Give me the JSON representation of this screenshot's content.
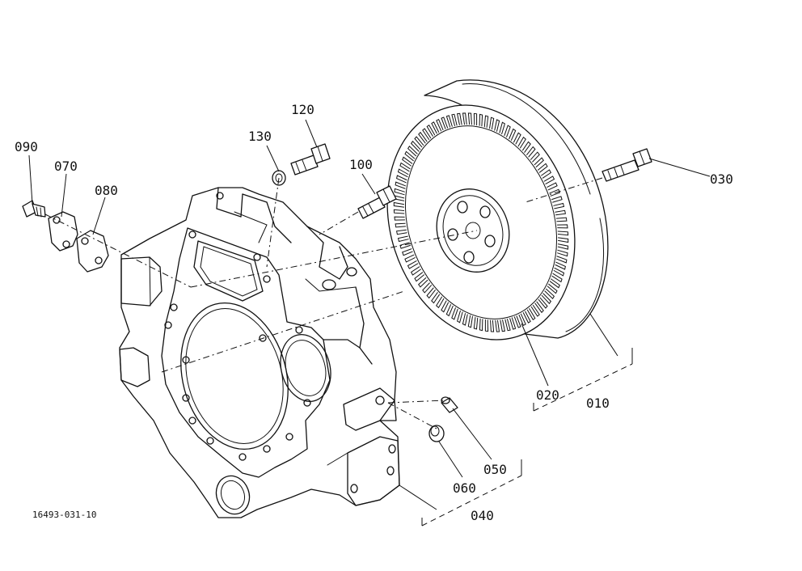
{
  "figure_id": "16493-031-10",
  "callouts": {
    "c010": "010",
    "c020": "020",
    "c030": "030",
    "c040": "040",
    "c050": "050",
    "c060": "060",
    "c070": "070",
    "c080": "080",
    "c090": "090",
    "c100": "100",
    "c120": "120",
    "c130": "130"
  },
  "flywheel_ring_gear": {
    "tooth_count": 96
  }
}
